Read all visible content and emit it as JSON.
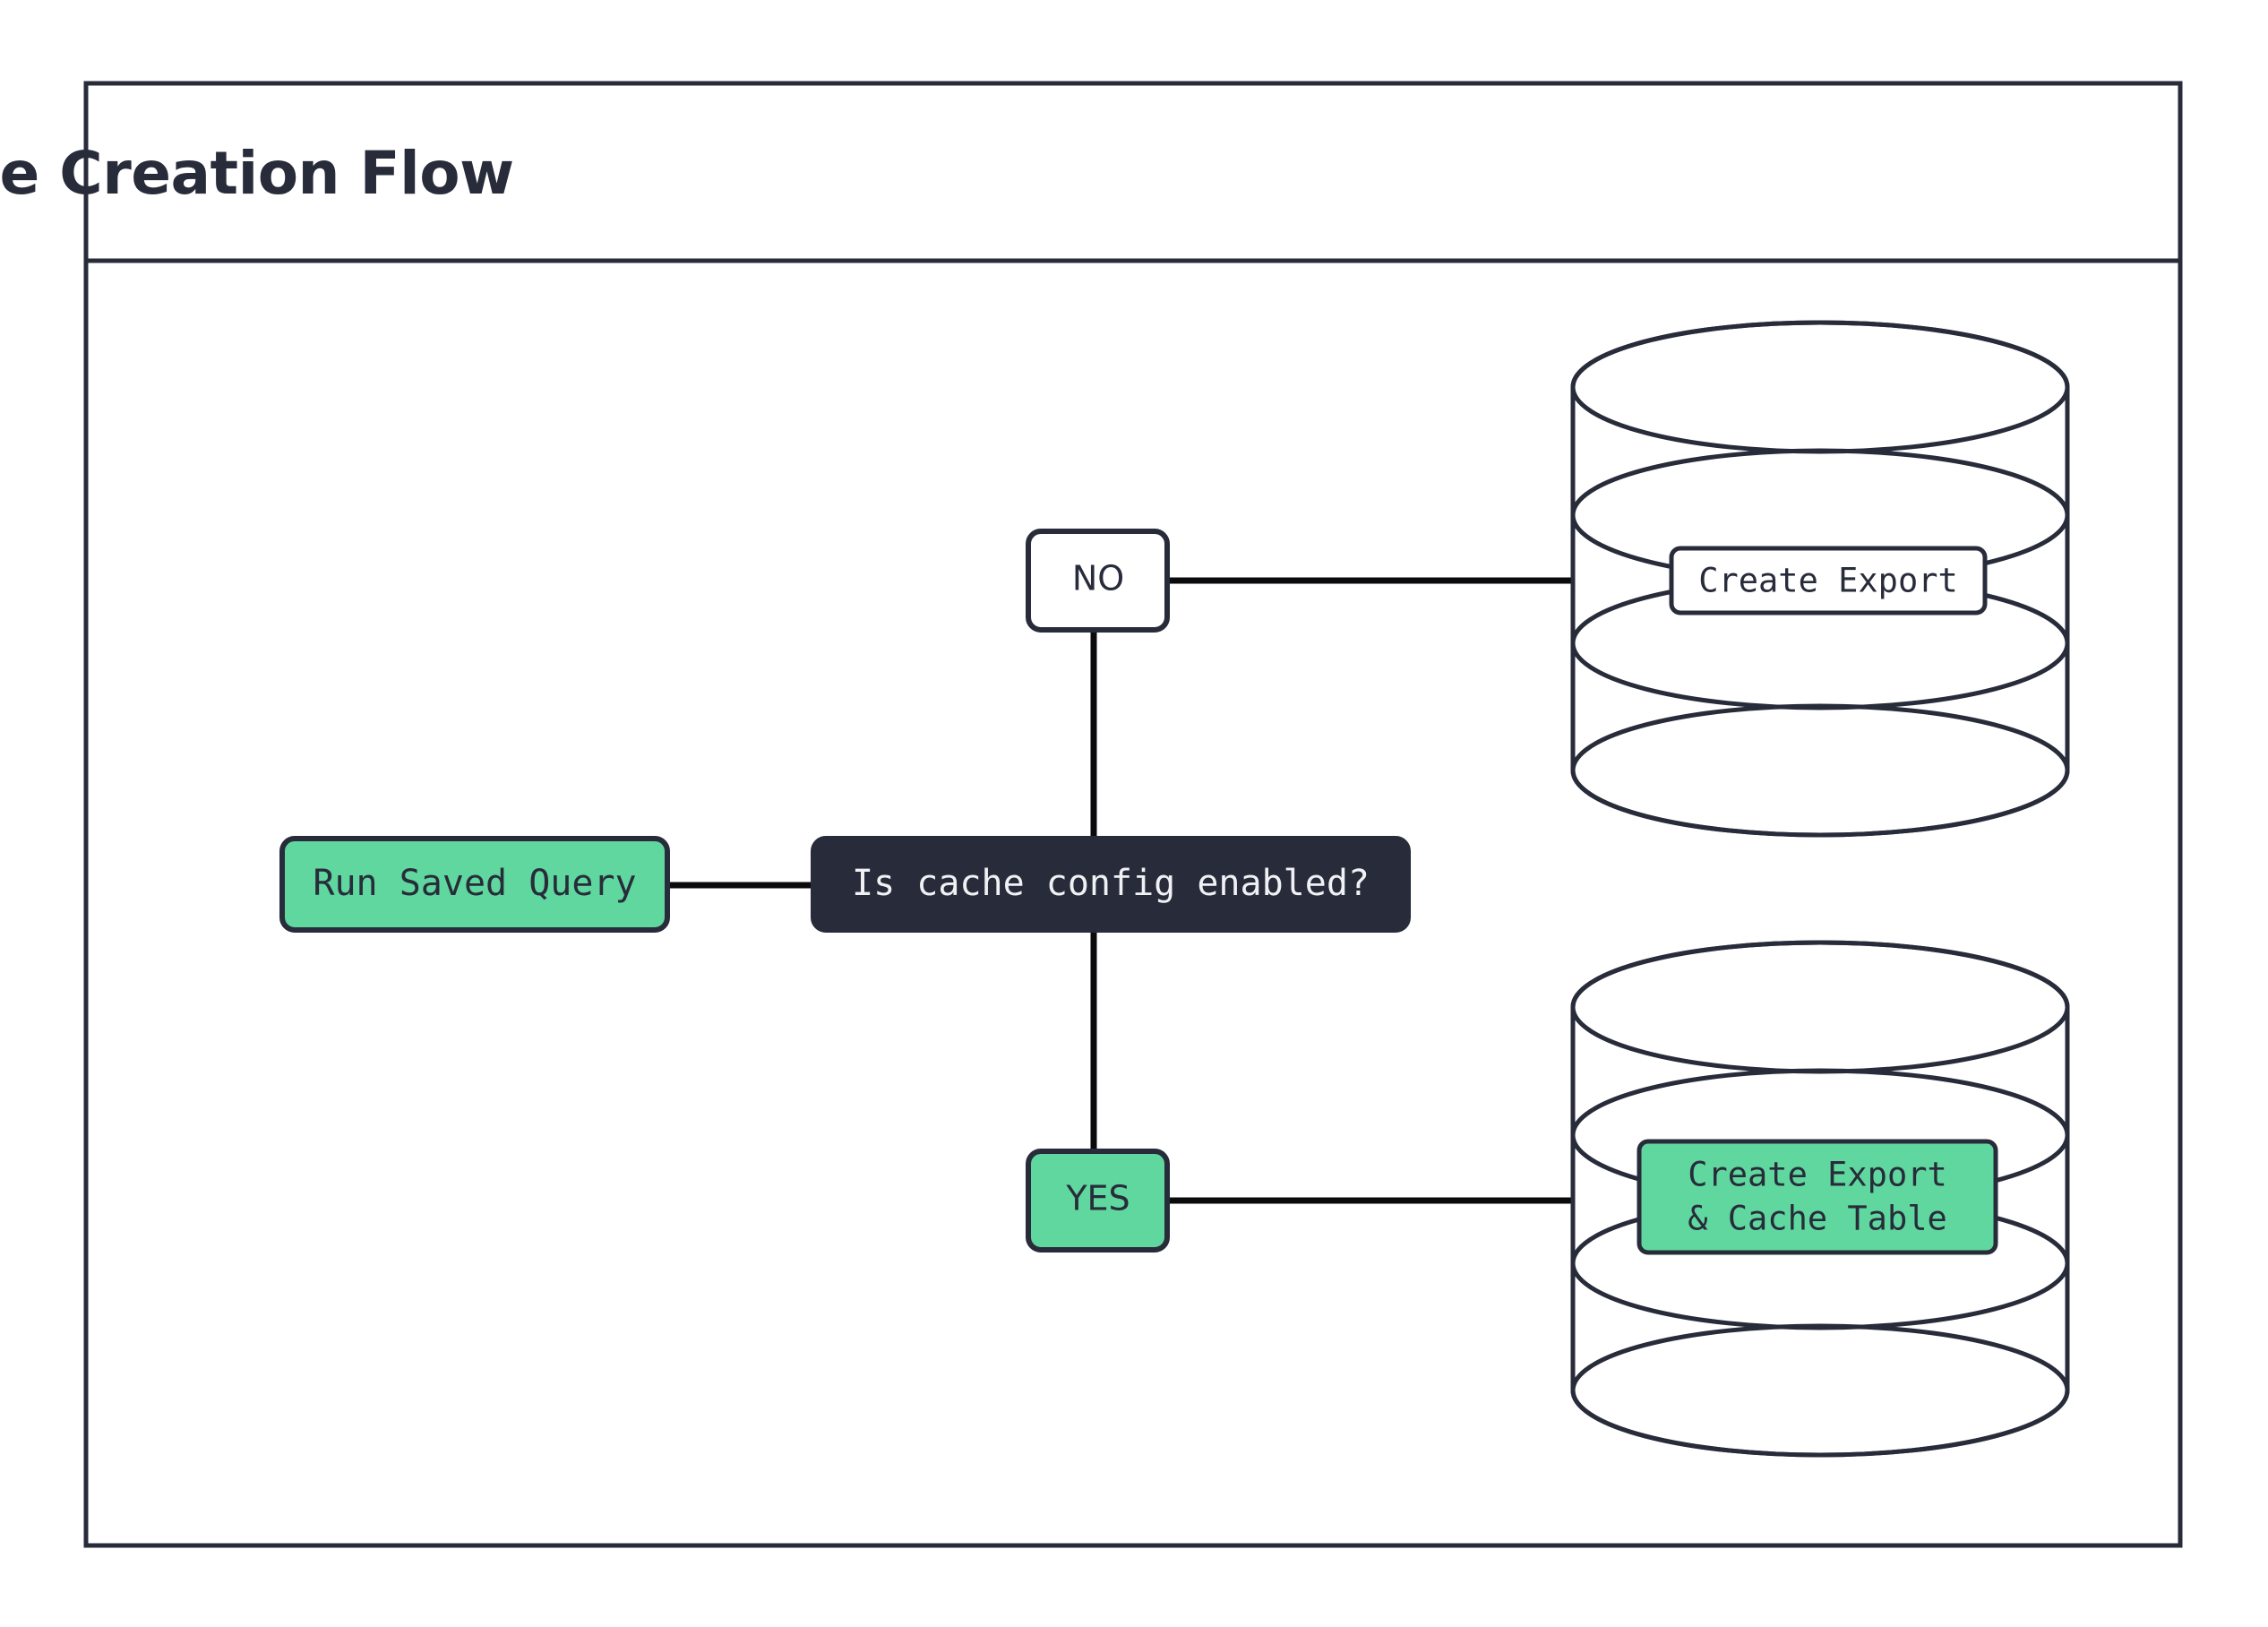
{
  "diagram": {
    "title": "Cache Creation Flow",
    "theme": {
      "background": "#ffffff",
      "ink": "#282c3a",
      "accent_green": "#5fd79e",
      "connector": "#0b0b0d",
      "node_dark_fill": "#282c3a",
      "node_dark_text": "#f0f1f4"
    },
    "nodes": {
      "start": {
        "label": "Run Saved Query",
        "shape": "rounded-rect",
        "fill": "green"
      },
      "decision": {
        "label": "Is cache config enabled?",
        "shape": "rounded-rect",
        "fill": "dark"
      },
      "branch_no": {
        "label": "NO",
        "shape": "rounded-rect",
        "fill": "white"
      },
      "branch_yes": {
        "label": "YES",
        "shape": "rounded-rect",
        "fill": "green"
      },
      "db_export": {
        "label": "Create Export",
        "shape": "cylinder",
        "fill": "white"
      },
      "db_export_cache": {
        "label_line1": "Create Export",
        "label_line2": "& Cache Table",
        "shape": "cylinder",
        "fill": "green"
      }
    },
    "edges": [
      {
        "from": "start",
        "to": "decision",
        "label": ""
      },
      {
        "from": "decision",
        "to": "branch_no",
        "label": ""
      },
      {
        "from": "branch_no",
        "to": "db_export",
        "label": ""
      },
      {
        "from": "decision",
        "to": "branch_yes",
        "label": ""
      },
      {
        "from": "branch_yes",
        "to": "db_export_cache",
        "label": ""
      }
    ]
  }
}
